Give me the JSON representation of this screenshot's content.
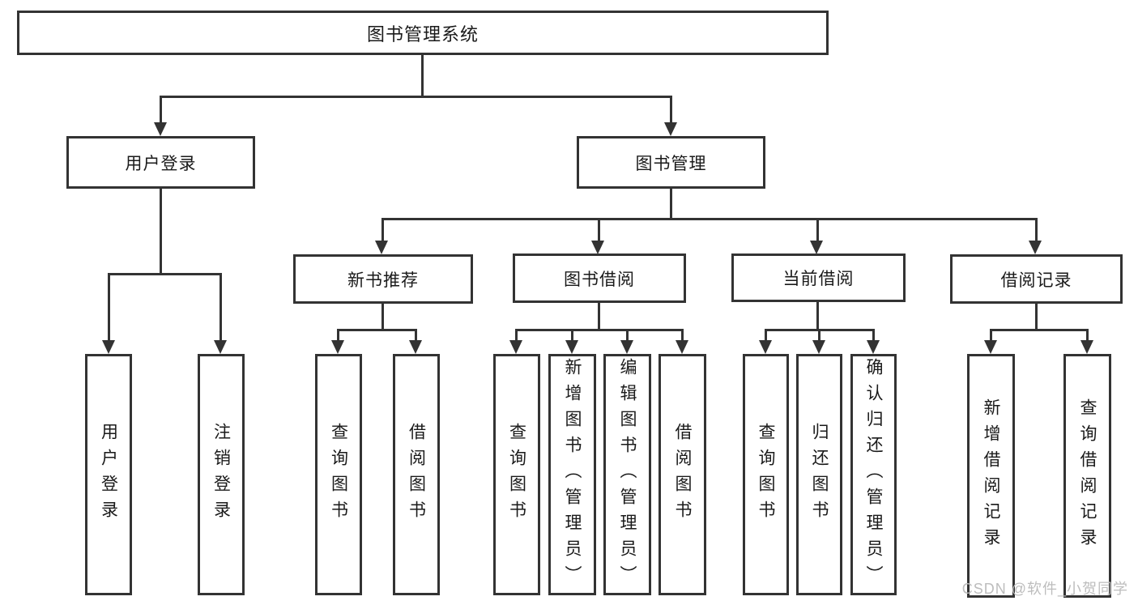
{
  "colors": {
    "line": "#333333",
    "text": "#1a1a1a",
    "watermark": "#bdbdbd",
    "bg": "#ffffff"
  },
  "watermark": {
    "text": "CSDN @软件_小贺同学"
  },
  "tree": {
    "root": {
      "label": "图书管理系统",
      "children": [
        {
          "label": "用户登录",
          "children": [
            {
              "label": "用户登录"
            },
            {
              "label": "注销登录"
            }
          ]
        },
        {
          "label": "图书管理",
          "children": [
            {
              "label": "新书推荐",
              "children": [
                {
                  "label": "查询图书"
                },
                {
                  "label": "借阅图书"
                }
              ]
            },
            {
              "label": "图书借阅",
              "children": [
                {
                  "label": "查询图书"
                },
                {
                  "label": "新增图书（管理员）"
                },
                {
                  "label": "编辑图书（管理员）"
                },
                {
                  "label": "借阅图书"
                }
              ]
            },
            {
              "label": "当前借阅",
              "children": [
                {
                  "label": "查询图书"
                },
                {
                  "label": "归还图书"
                },
                {
                  "label": "确认归还（管理员）"
                }
              ]
            },
            {
              "label": "借阅记录",
              "children": [
                {
                  "label": "新增借阅记录"
                },
                {
                  "label": "查询借阅记录"
                }
              ]
            }
          ]
        }
      ]
    }
  }
}
